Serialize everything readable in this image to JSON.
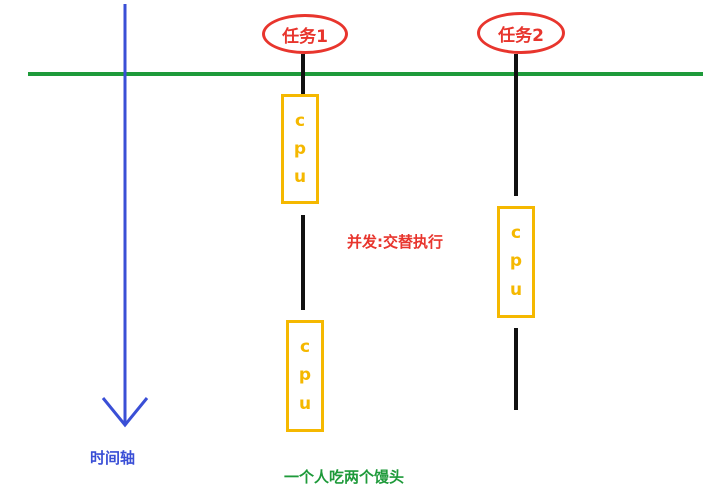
{
  "colors": {
    "timeline": "#3a4fd6",
    "baseline": "#1e9a3a",
    "task": "#e8352d",
    "cpu": "#f5b800",
    "thread": "#111111",
    "concurrent_label": "#e8352d",
    "bottom_label": "#1e9a3a"
  },
  "tasks": [
    {
      "label": "任务1"
    },
    {
      "label": "任务2"
    }
  ],
  "cpu_letters": [
    "c",
    "p",
    "u"
  ],
  "concurrent_label": "并发:交替执行",
  "time_axis_label": "时间轴",
  "bottom_caption": "一个人吃两个馒头"
}
